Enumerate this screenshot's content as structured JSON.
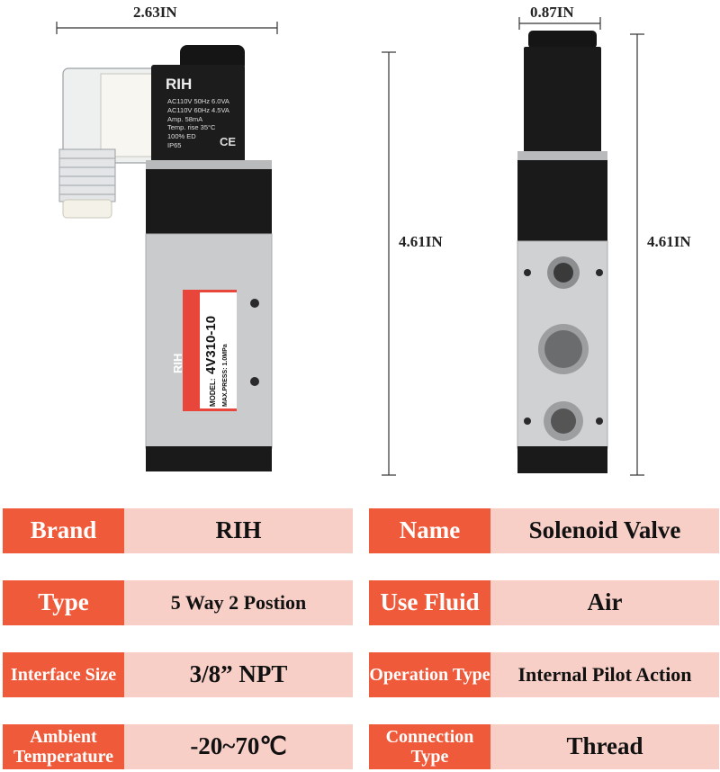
{
  "dimensions": {
    "width": "2.63IN",
    "depth": "0.87IN",
    "height_front": "4.61IN",
    "height_side": "4.61IN"
  },
  "product": {
    "coil_brand": "RIH",
    "coil_specs": [
      "AC110V  50Hz 6.0VA",
      "AC110V  60Hz 4.5VA",
      "Amp. 58mA",
      "Temp. rise 35°C",
      "100% ED",
      "IP65"
    ],
    "ce_mark": "CE",
    "label_brand": "RIH",
    "model_label": "MODEL:",
    "model": "4V310-10",
    "pressure_label": "MAX.PRESS:",
    "pressure": "1.0MPa"
  },
  "specs": [
    {
      "key": "Brand",
      "value": "RIH"
    },
    {
      "key": "Name",
      "value": "Solenoid Valve"
    },
    {
      "key": "Type",
      "value": "5 Way 2 Postion"
    },
    {
      "key": "Use Fluid",
      "value": "Air"
    },
    {
      "key": "Interface Size",
      "value": "3/8”  NPT"
    },
    {
      "key": "Operation Type",
      "value": "Internal Pilot Action"
    },
    {
      "key": "Ambient Temperature",
      "value": "-20~70℃"
    },
    {
      "key": "Connection Type",
      "value": "Thread"
    }
  ],
  "colors": {
    "key_bg": "#ef5a3a",
    "value_bg": "#f7cfc7",
    "valve_body": "#c8cacc",
    "coil": "#1a1a1a"
  }
}
